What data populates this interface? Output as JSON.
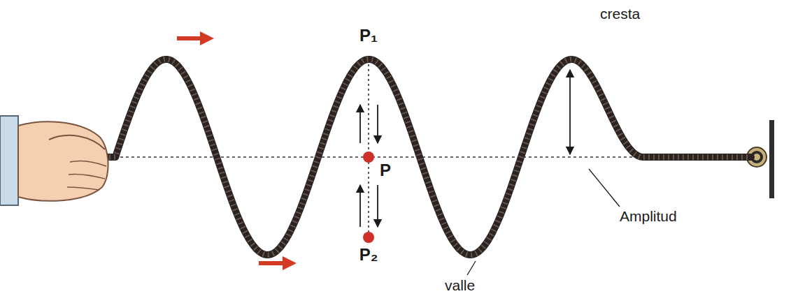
{
  "diagram": {
    "labels": [
      "P₁",
      "P",
      "P₂",
      "cresta",
      "Amplitud",
      "valle"
    ]
  }
}
